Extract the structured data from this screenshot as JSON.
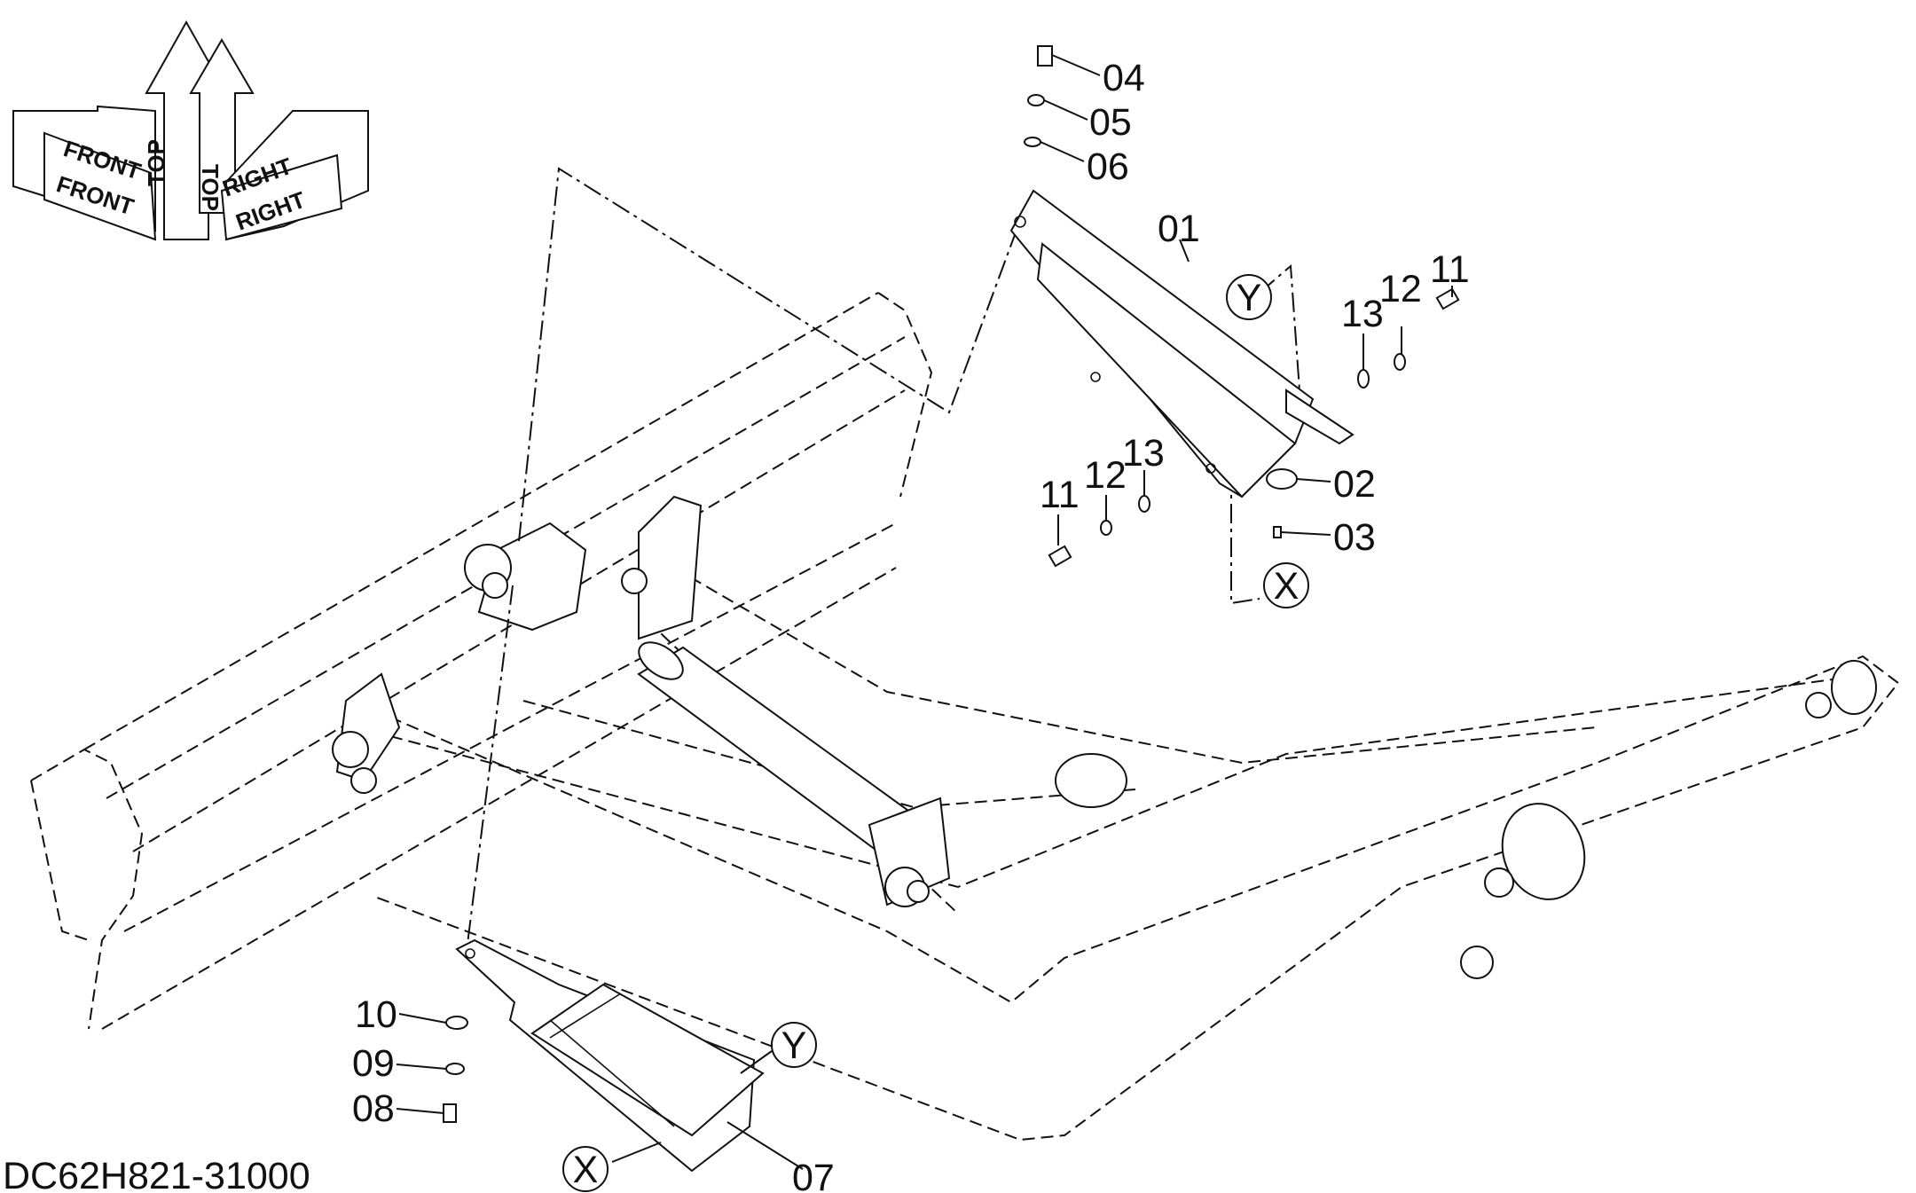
{
  "document_id": "DC62H821-31000",
  "orientation": {
    "top": "TOP",
    "front": "FRONT",
    "right": "RIGHT"
  },
  "callouts": {
    "p01": "01",
    "p02": "02",
    "p03": "03",
    "p04": "04",
    "p05": "05",
    "p06": "06",
    "p07": "07",
    "p08": "08",
    "p09": "09",
    "p10": "10",
    "p11a": "11",
    "p11b": "11",
    "p12a": "12",
    "p12b": "12",
    "p13a": "13",
    "p13b": "13"
  },
  "reference_marks": {
    "x_upper": "X",
    "y_upper": "Y",
    "x_lower": "X",
    "y_lower": "Y"
  }
}
